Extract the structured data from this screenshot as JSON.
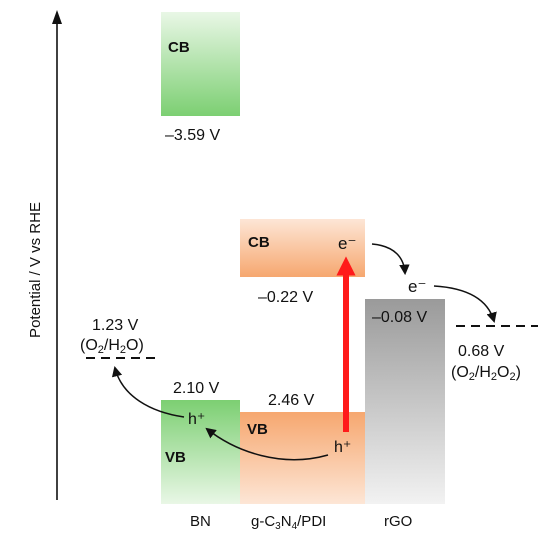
{
  "axis": {
    "label": "Potential / V vs RHE"
  },
  "materials": [
    {
      "name": "BN",
      "cb_label": "CB",
      "cb_potential": "–3.59 V",
      "vb_label": "VB",
      "vb_potential": "2.10 V",
      "hole": "h⁺"
    },
    {
      "name": "g-C3N4/PDI",
      "cb_label": "CB",
      "cb_potential": "–0.22 V",
      "vb_label": "VB",
      "vb_potential": "2.46 V",
      "electron": "e⁻",
      "hole": "h⁺"
    },
    {
      "name": "rGO",
      "level_potential": "–0.08 V",
      "electron": "e⁻"
    }
  ],
  "redox": [
    {
      "potential": "1.23 V",
      "couple": "(O2/H2O)"
    },
    {
      "potential": "0.68 V",
      "couple": "(O2/H2O2)"
    }
  ],
  "colors": {
    "bn": "#7ccf72",
    "gcn": "#f6a76f",
    "rgo": "#9a9a9a",
    "excitation": "#ff1a1a"
  }
}
